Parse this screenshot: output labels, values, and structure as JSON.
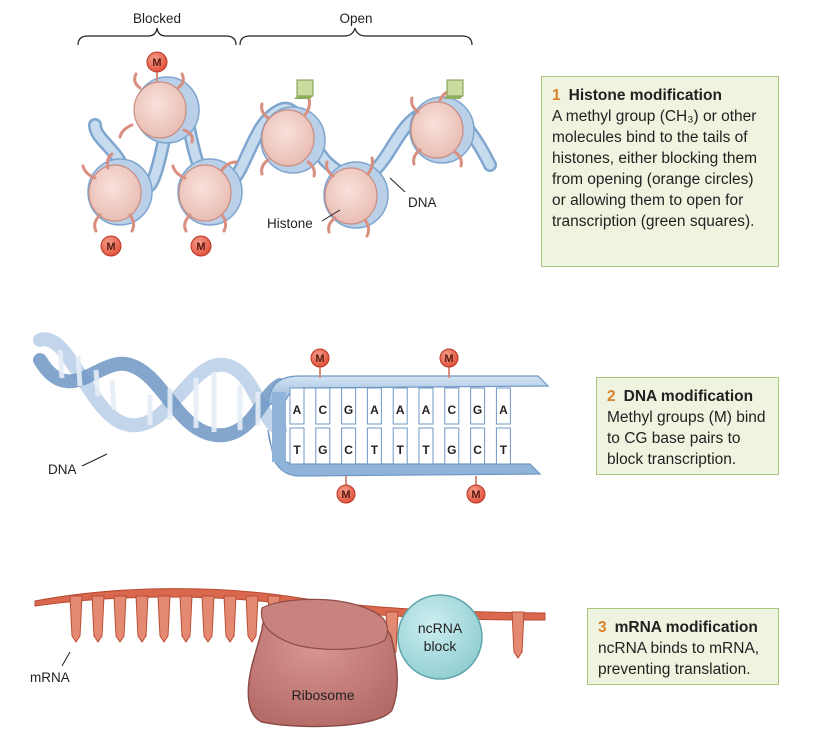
{
  "panel1": {
    "blocked_label": "Blocked",
    "open_label": "Open",
    "histone_label": "Histone",
    "dna_label": "DNA",
    "methyl_marker": "M",
    "callout": {
      "number": "1",
      "title": "Histone modification",
      "body": "A methyl group (CH₃) or other molecules bind to the tails of histones, either blocking them from opening (orange circles) or allowing them to open for transcription (green squares)."
    }
  },
  "panel2": {
    "dna_label": "DNA",
    "top_bases": [
      "A",
      "C",
      "G",
      "A",
      "A",
      "A",
      "C",
      "G",
      "A"
    ],
    "bottom_bases": [
      "T",
      "G",
      "C",
      "T",
      "T",
      "T",
      "G",
      "C",
      "T"
    ],
    "methyl_marker": "M",
    "callout": {
      "number": "2",
      "title": "DNA modification",
      "body": "Methyl groups (M) bind to CG base pairs to block transcription."
    }
  },
  "panel3": {
    "mrna_label": "mRNA",
    "ribosome_label": "Ribosome",
    "ncrna_line1": "ncRNA",
    "ncrna_line2": "block",
    "callout": {
      "number": "3",
      "title": "mRNA modification",
      "body": "ncRNA binds to mRNA, preventing translation."
    }
  },
  "colors": {
    "dna_blue": "#a9c7e6",
    "histone_pink": "#f2d3cc",
    "methyl_red": "#e8604a",
    "open_green": "#b7cf8a",
    "ribosome": "#c47c78",
    "ncrna": "#a9d9dc",
    "mrna": "#d9684e",
    "callout_bg": "#eef4df"
  }
}
